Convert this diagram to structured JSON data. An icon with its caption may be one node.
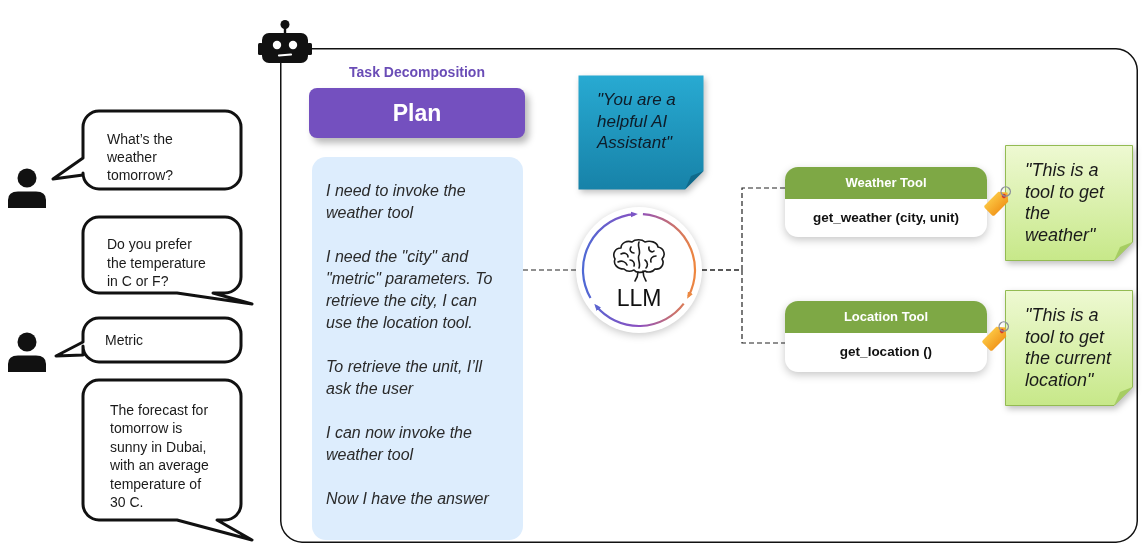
{
  "diagram": {
    "nodes": [
      {
        "text": [
          "What’s the weather tomorrow?"
        ]
      },
      {
        "text": [
          "Do you prefer the temperature in C or F?"
        ]
      },
      {
        "text": [
          "Metric"
        ]
      },
      {
        "text": [
          "The forecast for tomorrow is sunny in Dubai, with an average temperature of 30 C."
        ]
      },
      {
        "text": [],
        "shape": "box"
      },
      {
        "text": [
          "Task Decomposition",
          "Plan"
        ],
        "in": 4
      },
      {
        "text": [
          "I need to invoke the weather tool",
          "I need the \"city\" and \"metric\" parameters. To retrieve the city, I can use the location tool.",
          "To retrieve the unit, I’ll ask the user",
          "I can now invoke the weather tool",
          "Now I have the answer"
        ],
        "in": 4
      },
      {
        "text": [
          "\"You are a helpful AI Assistant\""
        ],
        "in": 4
      },
      {
        "text": [
          "LLM"
        ],
        "in": 4
      },
      {
        "text": [
          "Weather Tool",
          "get_weather (city, unit)"
        ],
        "in": 4
      },
      {
        "text": [
          "\"This is a tool to get the weather\""
        ],
        "in": 4
      },
      {
        "text": [
          "Location Tool",
          "get_location ()"
        ],
        "in": 4
      },
      {
        "text": [
          "\"This is a tool to get the current location\""
        ],
        "in": 4
      }
    ],
    "edges": [
      {
        "from": 6,
        "to": 8,
        "arrow": "none",
        "style": "dashed"
      },
      {
        "from": 8,
        "to": 9,
        "arrow": "none",
        "style": "dashed"
      },
      {
        "from": 8,
        "to": 11,
        "arrow": "none",
        "style": "dashed"
      }
    ]
  }
}
